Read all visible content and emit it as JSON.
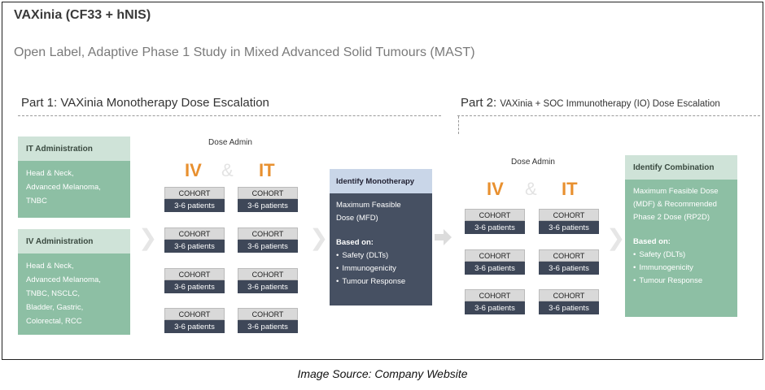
{
  "header": {
    "title": "VAXinia (CF33 + hNIS)",
    "subtitle": "Open Label, Adaptive Phase 1 Study in Mixed Advanced Solid Tumours (MAST)"
  },
  "part1": {
    "label": "Part 1: VAXinia Monotherapy Dose Escalation"
  },
  "part2": {
    "label_big": "Part 2:",
    "label_small": "VAXinia + SOC Immunotherapy (IO) Dose Escalation"
  },
  "it_admin": {
    "heading": "IT Administration",
    "lines": [
      "Head & Neck,",
      "Advanced Melanoma,",
      "TNBC"
    ]
  },
  "iv_admin": {
    "heading": "IV Administration",
    "lines": [
      "Head & Neck,",
      "Advanced Melanoma,",
      "TNBC, NSCLC,",
      "Bladder, Gastric,",
      "Colorectal, RCC"
    ]
  },
  "dose_admin": {
    "label": "Dose Admin",
    "iv": "IV",
    "amp": "&",
    "it": "IT",
    "cohort_label": "COHORT",
    "cohort_patients": "3-6 patients"
  },
  "monotherapy": {
    "heading": "Identify Monotherapy",
    "line1": "Maximum Feasible",
    "line2": "Dose (MFD)",
    "based_on": "Based on:",
    "bullets": [
      "Safety (DLTs)",
      "Immunogenicity",
      "Tumour Response"
    ]
  },
  "combination": {
    "heading": "Identify Combination",
    "lines": [
      "Maximum Feasible Dose",
      "(MDF) & Recommended",
      "Phase 2 Dose (RP2D)"
    ],
    "based_on": "Based on:",
    "bullets": [
      "Safety (DLTs)",
      "Immunogenicity",
      "Tumour Response"
    ]
  },
  "footer": {
    "source": "Image Source: Company Website"
  },
  "colors": {
    "green": "#8dbfa4",
    "green_header": "#cfe3d8",
    "navy": "#465062",
    "navy_header": "#c9d6e8",
    "orange": "#e8902f",
    "cohort_dark": "#3e4758",
    "cohort_light": "#d9d9d9"
  }
}
